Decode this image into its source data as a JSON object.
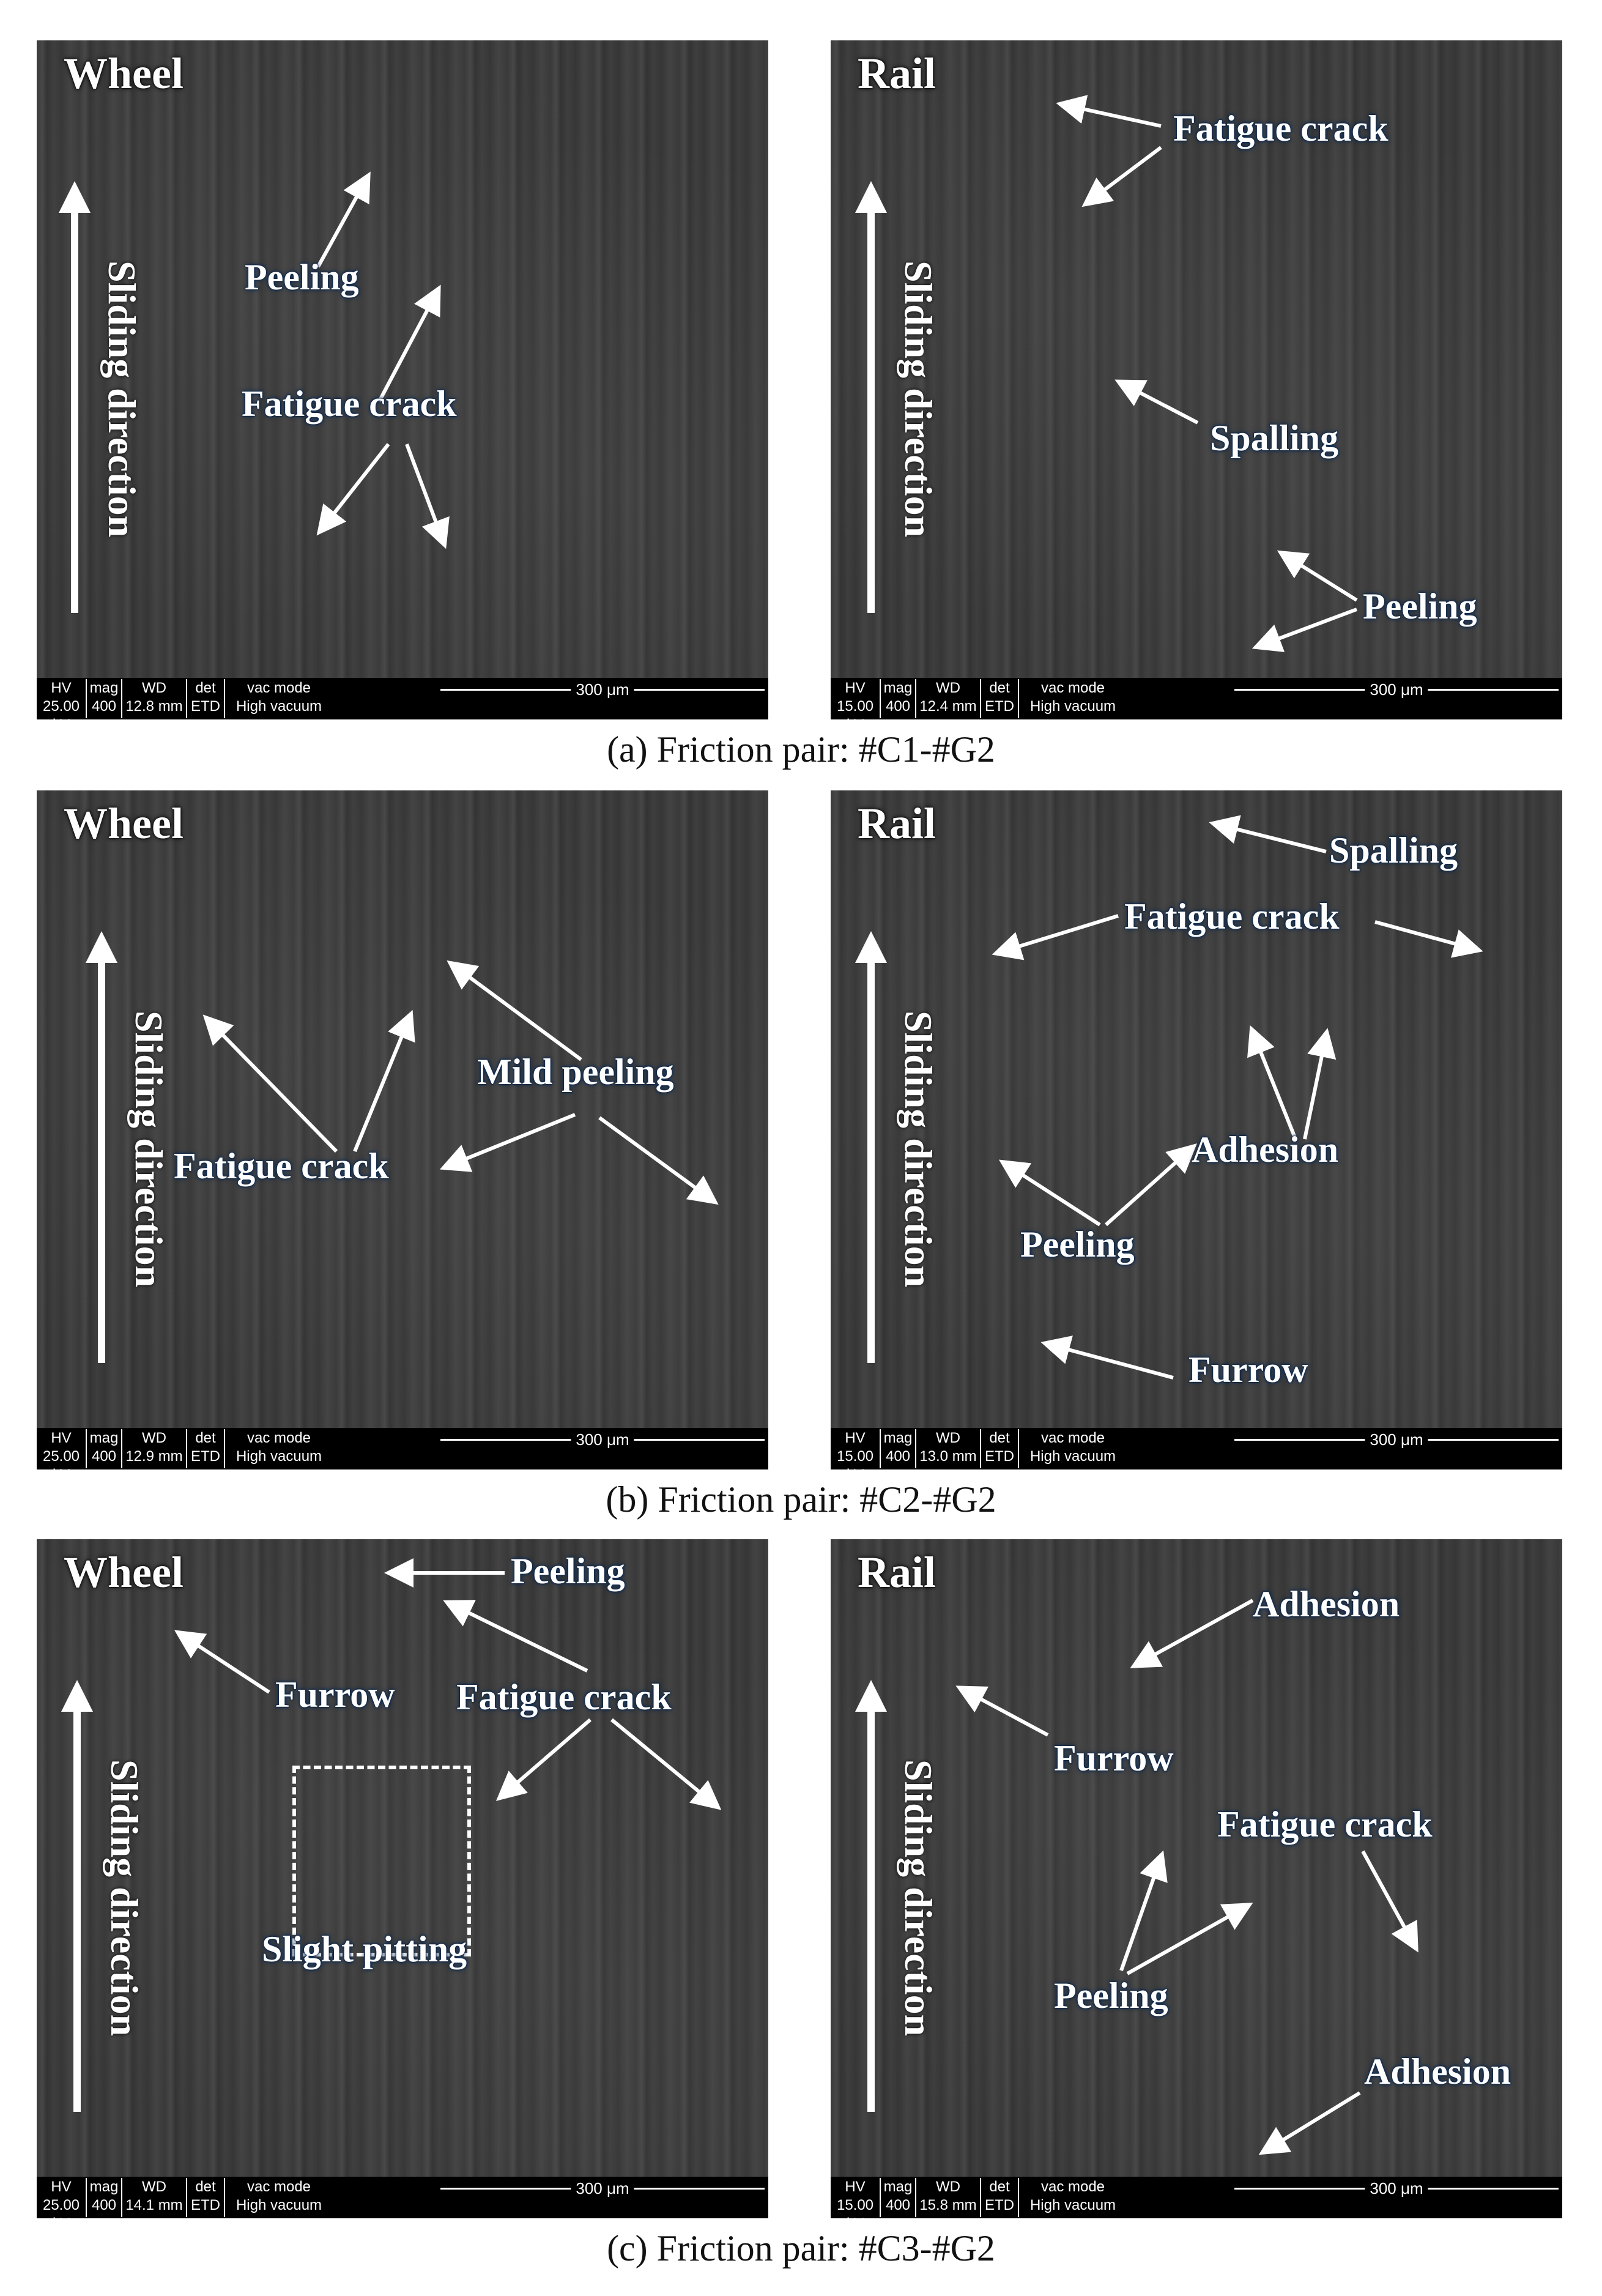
{
  "rows": [
    {
      "caption": "(a) Friction pair: #C1-#G2",
      "wheel": {
        "title": "Wheel",
        "direction": "Sliding direction",
        "labels": [
          "Peeling",
          "Fatigue crack"
        ],
        "info": {
          "hv": "HV",
          "hv_val": "25.00 kV",
          "mag": "mag",
          "mag_val": "400 x",
          "wd": "WD",
          "wd_val": "12.8 mm",
          "det": "det",
          "det_val": "ETD",
          "vac": "vac mode",
          "vac_val": "High vacuum",
          "scale": "300 μm"
        }
      },
      "rail": {
        "title": "Rail",
        "direction": "Sliding direction",
        "labels": [
          "Fatigue crack",
          "Spalling",
          "Peeling"
        ],
        "info": {
          "hv": "HV",
          "hv_val": "15.00 kV",
          "mag": "mag",
          "mag_val": "400 x",
          "wd": "WD",
          "wd_val": "12.4 mm",
          "det": "det",
          "det_val": "ETD",
          "vac": "vac mode",
          "vac_val": "High vacuum",
          "scale": "300 μm"
        }
      }
    },
    {
      "caption": "(b) Friction pair: #C2-#G2",
      "wheel": {
        "title": "Wheel",
        "direction": "Sliding direction",
        "labels": [
          "Mild peeling",
          "Fatigue crack"
        ],
        "info": {
          "hv": "HV",
          "hv_val": "25.00 kV",
          "mag": "mag",
          "mag_val": "400 x",
          "wd": "WD",
          "wd_val": "12.9 mm",
          "det": "det",
          "det_val": "ETD",
          "vac": "vac mode",
          "vac_val": "High vacuum",
          "scale": "300 μm"
        }
      },
      "rail": {
        "title": "Rail",
        "direction": "Sliding direction",
        "labels": [
          "Spalling",
          "Fatigue crack",
          "Adhesion",
          "Peeling",
          "Furrow"
        ],
        "info": {
          "hv": "HV",
          "hv_val": "15.00 kV",
          "mag": "mag",
          "mag_val": "400 x",
          "wd": "WD",
          "wd_val": "13.0 mm",
          "det": "det",
          "det_val": "ETD",
          "vac": "vac mode",
          "vac_val": "High vacuum",
          "scale": "300 μm"
        }
      }
    },
    {
      "caption": "(c) Friction pair: #C3-#G2",
      "wheel": {
        "title": "Wheel",
        "direction": "Sliding direction",
        "labels": [
          "Peeling",
          "Furrow",
          "Fatigue crack",
          "Slight pitting"
        ],
        "info": {
          "hv": "HV",
          "hv_val": "25.00 kV",
          "mag": "mag",
          "mag_val": "400 x",
          "wd": "WD",
          "wd_val": "14.1 mm",
          "det": "det",
          "det_val": "ETD",
          "vac": "vac mode",
          "vac_val": "High vacuum",
          "scale": "300 μm"
        }
      },
      "rail": {
        "title": "Rail",
        "direction": "Sliding direction",
        "labels": [
          "Adhesion",
          "Furrow",
          "Fatigue crack",
          "Peeling",
          "Adhesion"
        ],
        "info": {
          "hv": "HV",
          "hv_val": "15.00 kV",
          "mag": "mag",
          "mag_val": "400 x",
          "wd": "WD",
          "wd_val": "15.8 mm",
          "det": "det",
          "det_val": "ETD",
          "vac": "vac mode",
          "vac_val": "High vacuum",
          "scale": "300 μm"
        }
      }
    }
  ],
  "colors": {
    "label_glow": "#0a2a55",
    "info_bar": "#000000",
    "sem_base": "#3a3a3a"
  }
}
